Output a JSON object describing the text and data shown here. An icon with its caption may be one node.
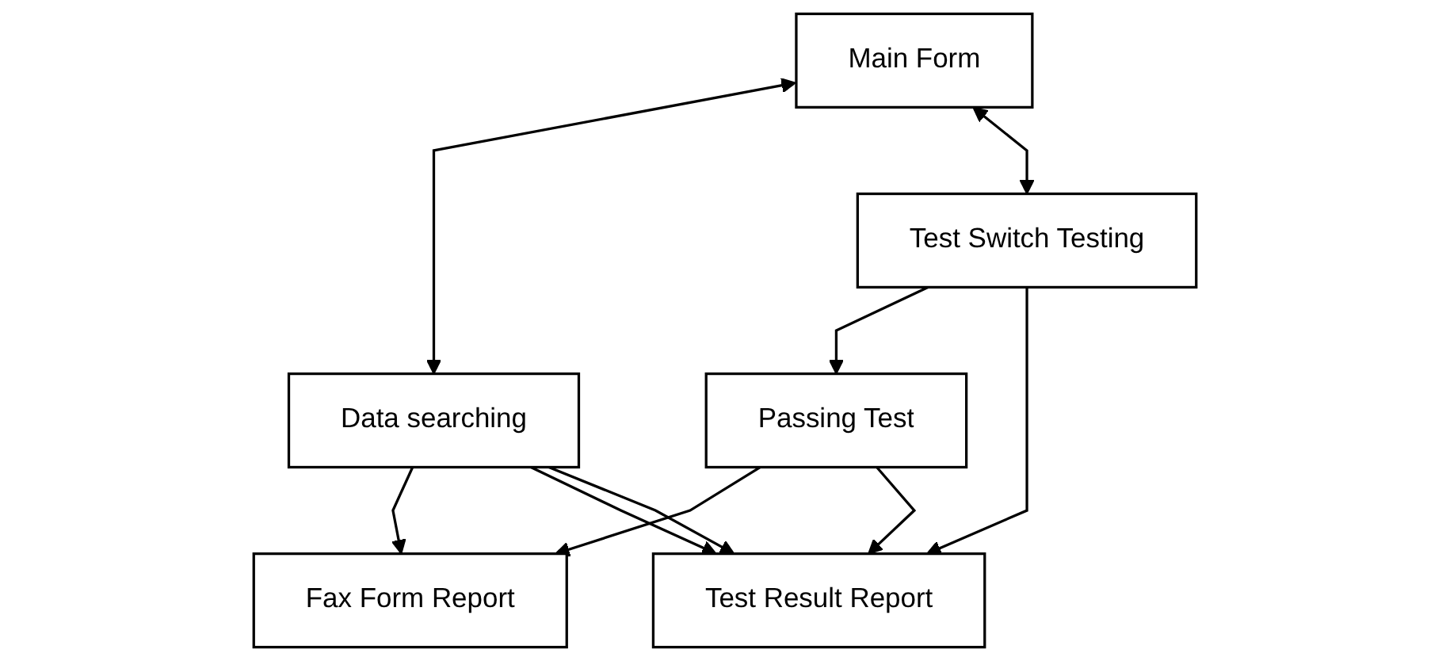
{
  "diagram": {
    "nodes": [
      {
        "text": [
          "Main Form"
        ]
      },
      {
        "text": [
          "Data searching"
        ]
      },
      {
        "text": [
          "Test Switch Testing"
        ]
      },
      {
        "text": [
          "Passing Test"
        ]
      },
      {
        "text": [
          "Fax Form Report"
        ]
      },
      {
        "text": [
          "Test Result Report"
        ]
      }
    ],
    "edges": [
      {
        "from": 0,
        "to": 1,
        "arrow": "both"
      },
      {
        "from": 0,
        "to": 2,
        "arrow": "both"
      },
      {
        "from": 1,
        "to": 4,
        "arrow": "to"
      },
      {
        "from": 1,
        "to": 5,
        "arrow": "to"
      },
      {
        "from": 1,
        "to": 5,
        "arrow": "to"
      },
      {
        "from": 2,
        "to": 3,
        "arrow": "to"
      },
      {
        "from": 2,
        "to": 5,
        "arrow": "to"
      },
      {
        "from": 3,
        "to": 4,
        "arrow": "to"
      },
      {
        "from": 3,
        "to": 5,
        "arrow": "to"
      }
    ]
  }
}
